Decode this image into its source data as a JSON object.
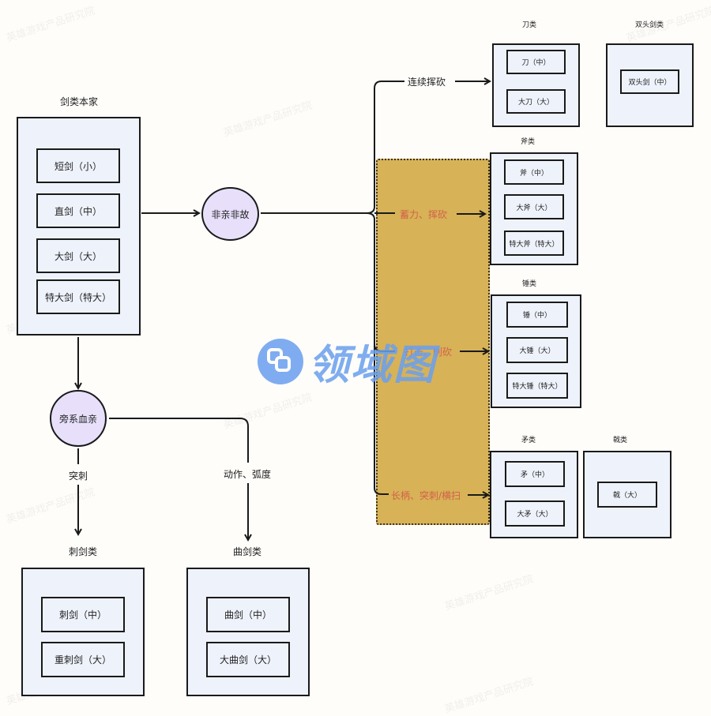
{
  "watermark_text": "英雄游戏产品研究院",
  "logo": {
    "text": "领域图",
    "icon": "logo-overlapping-squares-icon",
    "color": "#6a9ef0"
  },
  "colors": {
    "box_fill": "#eef2fb",
    "circle_fill": "#e8e0fb",
    "highlight_fill": "#d7b257",
    "highlight_label": "#d4604a",
    "background": "#fefdfa"
  },
  "origin": {
    "title": "剑类本家",
    "items": [
      "短剑（小）",
      "直剑（中）",
      "大剑（大）",
      "特大剑（特大）"
    ]
  },
  "nodes": {
    "unrelated": "非亲非故",
    "collateral": "旁系血亲"
  },
  "edges": {
    "continuous_chop": "连续挥砍",
    "charge_chop": "蓄力、挥砍",
    "strike_cut": "打击、削砍",
    "polearm": "长柄、突刺/横扫",
    "thrust": "突刺",
    "motion_arc": "动作、弧度"
  },
  "groups": {
    "blade": {
      "title": "刀类",
      "items": [
        "刀（中）",
        "大刀（大）"
      ]
    },
    "double": {
      "title": "双头剑类",
      "items": [
        "双头剑（中）"
      ]
    },
    "axe": {
      "title": "斧类",
      "items": [
        "斧（中）",
        "大斧（大）",
        "特大斧（特大）"
      ]
    },
    "hammer": {
      "title": "锤类",
      "items": [
        "锤（中）",
        "大锤（大）",
        "特大锤（特大）"
      ]
    },
    "spear": {
      "title": "矛类",
      "items": [
        "矛（中）",
        "大矛（大）"
      ]
    },
    "halberd": {
      "title": "戟类",
      "items": [
        "戟（大）"
      ]
    },
    "thrusting": {
      "title": "刺剑类",
      "items": [
        "刺剑（中）",
        "重刺剑（大）"
      ]
    },
    "curved": {
      "title": "曲剑类",
      "items": [
        "曲剑（中）",
        "大曲剑（大）"
      ]
    }
  }
}
